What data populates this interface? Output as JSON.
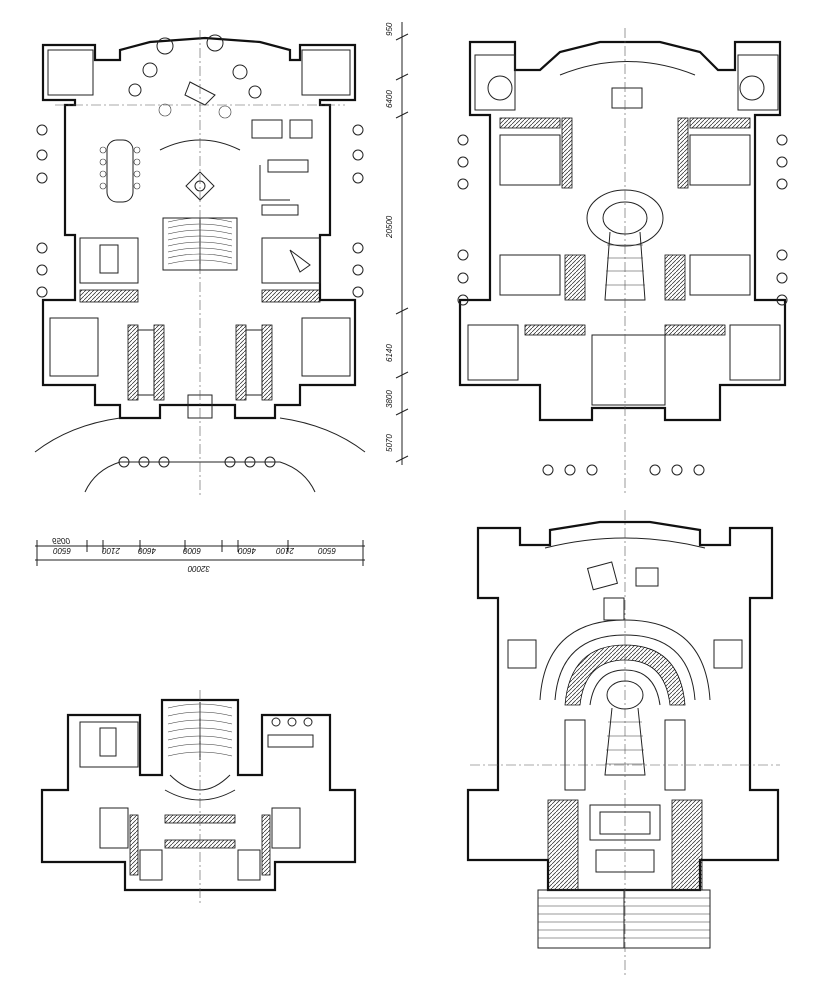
{
  "plans": {
    "top_left": {
      "dims_vertical": [
        "950",
        "6400",
        "20500",
        "6140",
        "3800",
        "5070"
      ]
    },
    "horizontal_scale": {
      "dims_top": [
        "6500",
        "2100",
        "4600",
        "6000",
        "4600",
        "2100",
        "6500"
      ],
      "dim_total": "32000"
    }
  },
  "colors": {
    "ink": "#111111",
    "paper": "#ffffff"
  }
}
